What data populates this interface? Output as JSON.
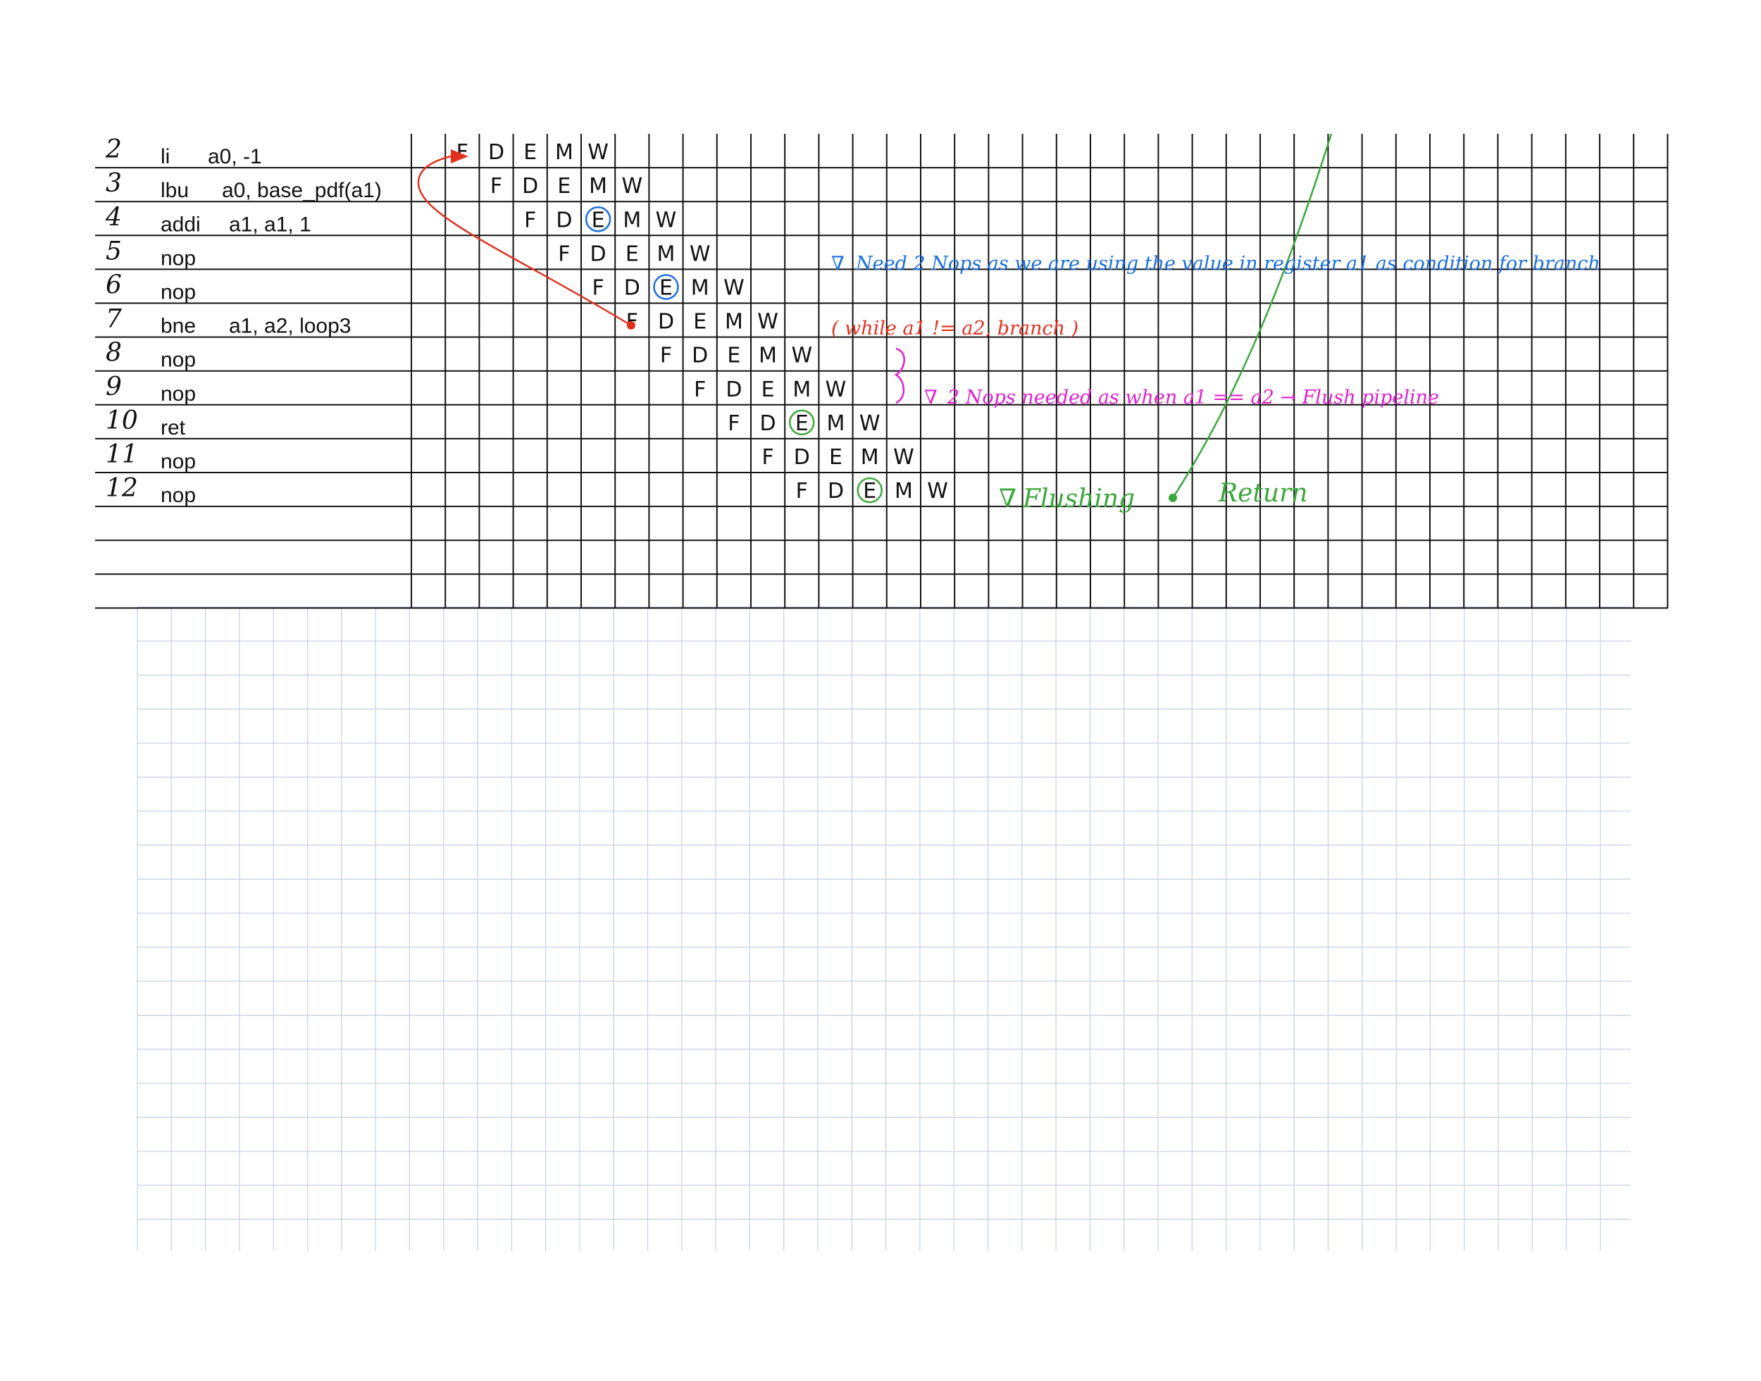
{
  "instructions": [
    {
      "line": "2",
      "op": "li",
      "args": "a0, -1"
    },
    {
      "line": "3",
      "op": "lbu",
      "args": "a0, base_pdf(a1)"
    },
    {
      "line": "4",
      "op": "addi",
      "args": "a1, a1, 1"
    },
    {
      "line": "5",
      "op": "nop",
      "args": ""
    },
    {
      "line": "6",
      "op": "nop",
      "args": ""
    },
    {
      "line": "7",
      "op": "bne",
      "args": "a1, a2,  loop3"
    },
    {
      "line": "8",
      "op": "nop",
      "args": ""
    },
    {
      "line": "9",
      "op": "nop",
      "args": ""
    },
    {
      "line": "10",
      "op": "ret",
      "args": ""
    },
    {
      "line": "11",
      "op": "nop",
      "args": ""
    },
    {
      "line": "12",
      "op": "nop",
      "args": ""
    }
  ],
  "pipeline": {
    "stages": [
      "F",
      "D",
      "E",
      "M",
      "W"
    ],
    "start_cycle": [
      1,
      2,
      3,
      4,
      5,
      6,
      7,
      8,
      9,
      10,
      11
    ],
    "circled_execute": [
      {
        "row": 2,
        "color": "#1a6fe0"
      },
      {
        "row": 4,
        "color": "#1a6fe0"
      },
      {
        "row": 8,
        "color": "#3aa83a"
      },
      {
        "row": 10,
        "color": "#3aa83a"
      }
    ]
  },
  "annotations": {
    "blue_note": "Need 2 Nops as we are using the value in register a1 as condition for branch",
    "red_note": "( while a1 != a2, branch )",
    "pink_note": "2 Nops needed as when a1 == a2 → Flush pipeline",
    "green_note": "Flushing",
    "green_return": "Return"
  },
  "colors": {
    "ink": "#111111",
    "blue": "#1a6fe0",
    "red": "#e0301e",
    "magenta": "#e020d0",
    "green": "#3aa83a",
    "grid_light": "#c3d0e3"
  }
}
